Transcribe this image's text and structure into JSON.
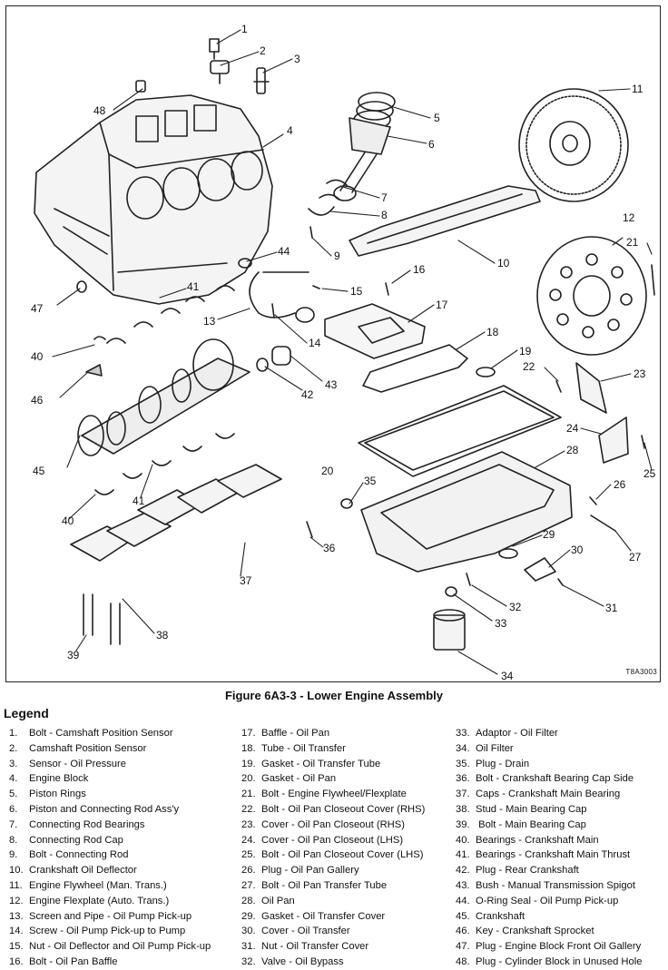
{
  "figure": {
    "caption": "Figure 6A3-3 - Lower Engine Assembly",
    "ref_code": "T8A3003",
    "callouts": [
      "1",
      "2",
      "3",
      "4",
      "5",
      "6",
      "7",
      "8",
      "9",
      "10",
      "11",
      "12",
      "13",
      "14",
      "15",
      "16",
      "17",
      "18",
      "19",
      "20",
      "21",
      "22",
      "23",
      "24",
      "25",
      "26",
      "27",
      "28",
      "29",
      "30",
      "31",
      "32",
      "33",
      "34",
      "35",
      "36",
      "37",
      "38",
      "39",
      "40",
      "40",
      "41",
      "41",
      "42",
      "43",
      "44",
      "45",
      "46",
      "47",
      "48"
    ]
  },
  "legend": {
    "title": "Legend",
    "columns": [
      [
        {
          "num": "1.",
          "text": "Bolt - Camshaft Position Sensor"
        },
        {
          "num": "2.",
          "text": "Camshaft Position Sensor"
        },
        {
          "num": "3.",
          "text": "Sensor - Oil Pressure"
        },
        {
          "num": "4.",
          "text": "Engine Block"
        },
        {
          "num": "5.",
          "text": "Piston Rings"
        },
        {
          "num": "6.",
          "text": "Piston and Connecting Rod Ass'y"
        },
        {
          "num": "7.",
          "text": "Connecting Rod Bearings"
        },
        {
          "num": "8.",
          "text": "Connecting Rod Cap"
        },
        {
          "num": "9.",
          "text": "Bolt - Connecting Rod"
        },
        {
          "num": "10.",
          "text": "Crankshaft Oil Deflector"
        },
        {
          "num": "11.",
          "text": "Engine Flywheel (Man. Trans.)"
        },
        {
          "num": "12.",
          "text": "Engine Flexplate (Auto. Trans.)"
        },
        {
          "num": "13.",
          "text": "Screen and Pipe - Oil Pump Pick-up"
        },
        {
          "num": "14.",
          "text": "Screw - Oil Pump Pick-up to Pump"
        },
        {
          "num": "15.",
          "text": "Nut - Oil Deflector and Oil Pump Pick-up"
        },
        {
          "num": "16.",
          "text": "Bolt - Oil Pan Baffle"
        }
      ],
      [
        {
          "num": "17.",
          "text": "Baffle - Oil Pan"
        },
        {
          "num": "18.",
          "text": "Tube - Oil Transfer"
        },
        {
          "num": "19.",
          "text": "Gasket - Oil Transfer Tube"
        },
        {
          "num": "20.",
          "text": "Gasket - Oil Pan"
        },
        {
          "num": "21.",
          "text": "Bolt - Engine Flywheel/Flexplate"
        },
        {
          "num": "22.",
          "text": "Bolt - Oil Pan Closeout Cover (RHS)"
        },
        {
          "num": "23.",
          "text": "Cover - Oil Pan Closeout (RHS)"
        },
        {
          "num": "24.",
          "text": "Cover - Oil Pan Closeout (LHS)"
        },
        {
          "num": "25.",
          "text": "Bolt - Oil Pan Closeout Cover (LHS)"
        },
        {
          "num": "26.",
          "text": "Plug - Oil Pan Gallery"
        },
        {
          "num": "27.",
          "text": "Bolt - Oil Pan Transfer Tube"
        },
        {
          "num": "28.",
          "text": "Oil Pan"
        },
        {
          "num": "29.",
          "text": "Gasket - Oil Transfer Cover"
        },
        {
          "num": "30.",
          "text": "Cover - Oil Transfer"
        },
        {
          "num": "31.",
          "text": "Nut - Oil Transfer Cover"
        },
        {
          "num": "32.",
          "text": "Valve - Oil Bypass"
        }
      ],
      [
        {
          "num": "33.",
          "text": "Adaptor - Oil Filter"
        },
        {
          "num": "34.",
          "text": "Oil Filter"
        },
        {
          "num": "35.",
          "text": "Plug - Drain"
        },
        {
          "num": "36.",
          "text": "Bolt - Crankshaft Bearing Cap Side"
        },
        {
          "num": "37.",
          "text": "Caps - Crankshaft Main Bearing"
        },
        {
          "num": "38.",
          "text": "Stud - Main Bearing Cap"
        },
        {
          "num": "39.",
          "text": " Bolt - Main Bearing Cap"
        },
        {
          "num": "40.",
          "text": "Bearings - Crankshaft Main"
        },
        {
          "num": "41.",
          "text": "Bearings - Crankshaft Main Thrust"
        },
        {
          "num": "42.",
          "text": "Plug - Rear Crankshaft"
        },
        {
          "num": "43.",
          "text": "Bush - Manual Transmission Spigot"
        },
        {
          "num": "44.",
          "text": "O-Ring Seal - Oil Pump Pick-up"
        },
        {
          "num": "45.",
          "text": "Crankshaft"
        },
        {
          "num": "46.",
          "text": "Key - Crankshaft Sprocket"
        },
        {
          "num": "47.",
          "text": "Plug - Engine Block Front Oil Gallery"
        },
        {
          "num": "48.",
          "text": "Plug - Cylinder Block in Unused Hole"
        }
      ]
    ]
  }
}
